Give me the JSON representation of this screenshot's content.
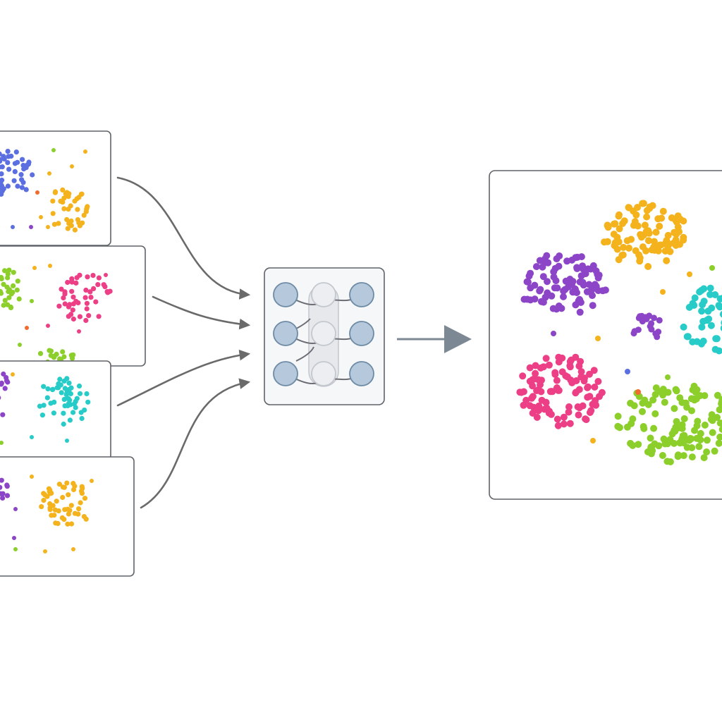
{
  "palette": {
    "blue": "#5b6fe0",
    "yellow": "#f4b31c",
    "green": "#8ccf2a",
    "pink": "#ec3f86",
    "cyan": "#27cbc8",
    "purple": "#8d45c8",
    "orange": "#ef6b2f",
    "node_fill": "#b5c8dc",
    "node_stroke": "#6d8aa5",
    "panel_border": "#5f6368",
    "arrow": "#6a6a6a",
    "output_arrow": "#7c8894"
  },
  "diagram": {
    "input_panels": [
      {
        "name": "input-panel-1",
        "clusters": [
          "blue",
          "yellow"
        ]
      },
      {
        "name": "input-panel-2",
        "clusters": [
          "green",
          "pink",
          "green"
        ]
      },
      {
        "name": "input-panel-3",
        "clusters": [
          "purple",
          "cyan"
        ]
      },
      {
        "name": "input-panel-4",
        "clusters": [
          "purple",
          "yellow"
        ]
      }
    ],
    "integration_model": {
      "layers": 3,
      "nodes_per_layer": 3
    },
    "output_panel": {
      "clusters": [
        "yellow",
        "purple",
        "purple",
        "cyan",
        "pink",
        "green"
      ]
    }
  }
}
